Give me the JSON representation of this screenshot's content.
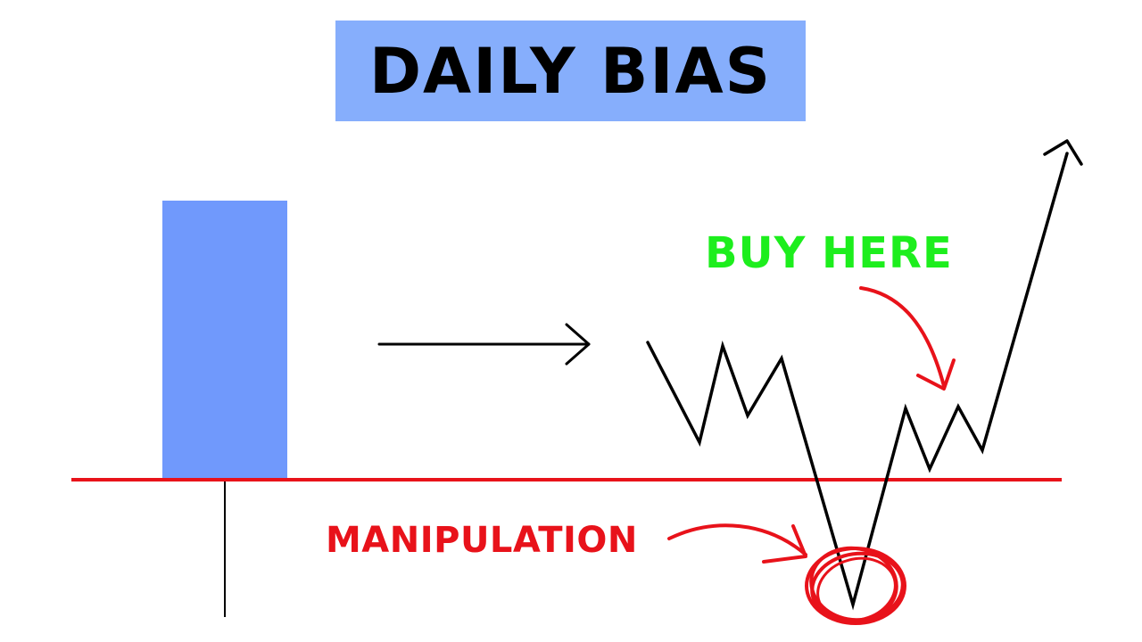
{
  "title": {
    "text": "DAILY BIAS",
    "bg_color": "#86aefc"
  },
  "labels": {
    "buy_here": "BUY HERE",
    "manipulation": "MANIPULATION"
  },
  "colors": {
    "candle": "#7099fc",
    "level_line": "#e8121a",
    "buy_text": "#1dee1d",
    "manip_text": "#e8121a",
    "ink": "#000000",
    "annotation": "#e8121a"
  },
  "icons": {
    "arrow": "right-arrow-icon",
    "up_arrow": "arrow-up-icon"
  }
}
